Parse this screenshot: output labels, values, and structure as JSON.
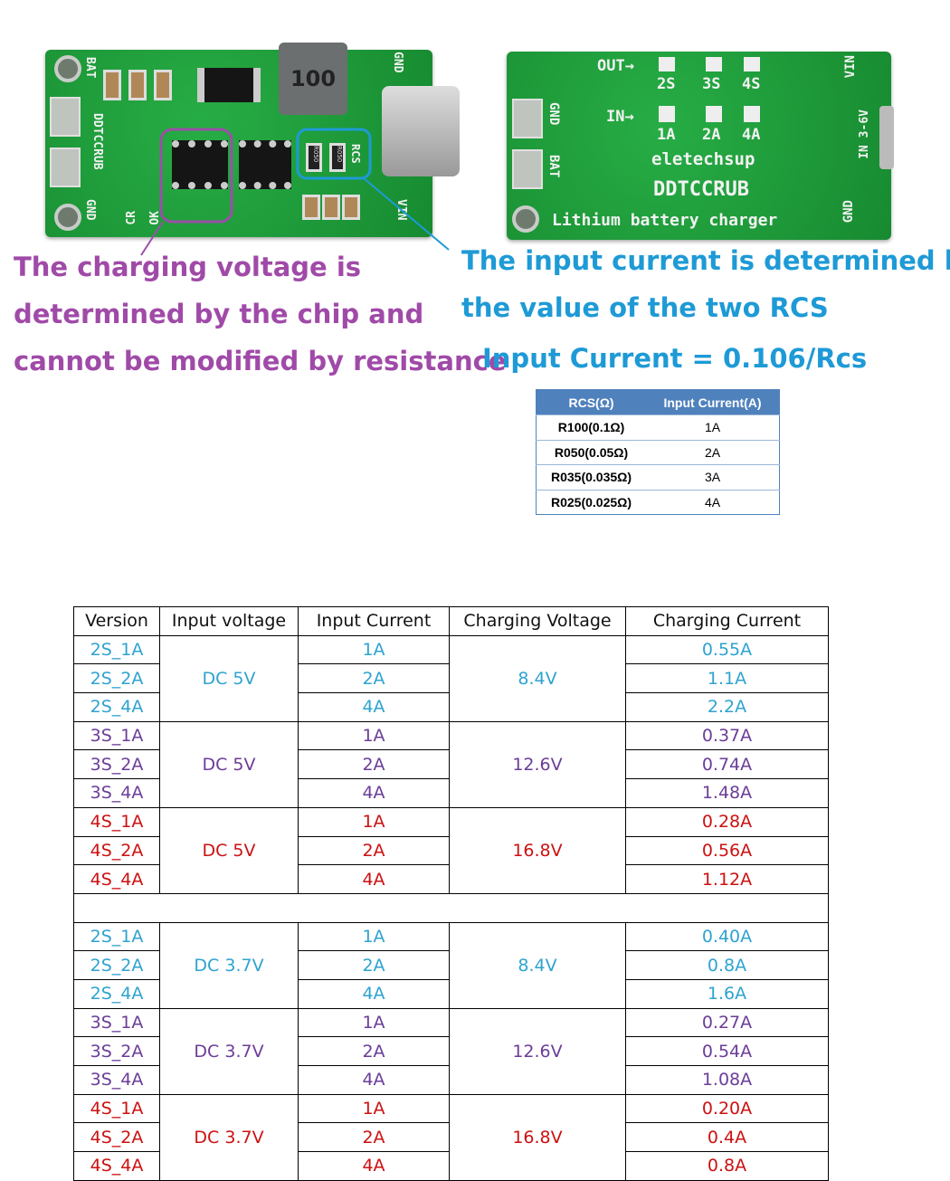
{
  "left_board": {
    "labels": [
      "BAT",
      "DDTCCRUB",
      "GND",
      "CR",
      "OK",
      "RCS",
      "GND",
      "VIN"
    ],
    "inductor": "100",
    "resistors": [
      "R050",
      "R050"
    ]
  },
  "right_board": {
    "labels": {
      "out": "OUT→",
      "in": "IN→",
      "out_opts": [
        "2S",
        "3S",
        "4S"
      ],
      "in_opts": [
        "1A",
        "2A",
        "4A"
      ],
      "brand": "eletechsup",
      "model": "DDTCCRUB",
      "desc": "Lithium battery charger",
      "gnd": "GND",
      "bat": "BAT",
      "vin": "VIN",
      "in_range": "IN 3-6V",
      "gnd2": "GND"
    }
  },
  "notes": {
    "voltage": [
      "The charging voltage is",
      "determined by the chip and",
      "cannot be modified by resistance"
    ],
    "current": [
      "The input current is determined by",
      "the value of the two RCS"
    ],
    "formula": "Input Current = 0.106/Rcs",
    "voltage_color": "#a04aa8",
    "current_color": "#1e9ad6"
  },
  "rcs_table": {
    "headers": [
      "RCS(Ω)",
      "Input Current(A)"
    ],
    "rows": [
      [
        "R100(0.1Ω)",
        "1A"
      ],
      [
        "R050(0.05Ω)",
        "2A"
      ],
      [
        "R035(0.035Ω)",
        "3A"
      ],
      [
        "R025(0.025Ω)",
        "4A"
      ]
    ],
    "header_color": "#4f81bd"
  },
  "spec_table": {
    "headers": [
      "Version",
      "Input voltage",
      "Input Current",
      "Charging Voltage",
      "Charging Current"
    ],
    "colors": {
      "2S": "#2ea3d0",
      "3S": "#6b3d98",
      "4S": "#cc1111"
    },
    "sections": [
      {
        "groups": [
          {
            "series": "2S",
            "input_voltage": "DC 5V",
            "charging_voltage": "8.4V",
            "rows": [
              [
                "2S_1A",
                "1A",
                "0.55A"
              ],
              [
                "2S_2A",
                "2A",
                "1.1A"
              ],
              [
                "2S_4A",
                "4A",
                "2.2A"
              ]
            ]
          },
          {
            "series": "3S",
            "input_voltage": "DC 5V",
            "charging_voltage": "12.6V",
            "rows": [
              [
                "3S_1A",
                "1A",
                "0.37A"
              ],
              [
                "3S_2A",
                "2A",
                "0.74A"
              ],
              [
                "3S_4A",
                "4A",
                "1.48A"
              ]
            ]
          },
          {
            "series": "4S",
            "input_voltage": "DC 5V",
            "charging_voltage": "16.8V",
            "rows": [
              [
                "4S_1A",
                "1A",
                "0.28A"
              ],
              [
                "4S_2A",
                "2A",
                "0.56A"
              ],
              [
                "4S_4A",
                "4A",
                "1.12A"
              ]
            ]
          }
        ]
      },
      {
        "groups": [
          {
            "series": "2S",
            "input_voltage": "DC 3.7V",
            "charging_voltage": "8.4V",
            "rows": [
              [
                "2S_1A",
                "1A",
                "0.40A"
              ],
              [
                "2S_2A",
                "2A",
                "0.8A"
              ],
              [
                "2S_4A",
                "4A",
                "1.6A"
              ]
            ]
          },
          {
            "series": "3S",
            "input_voltage": "DC 3.7V",
            "charging_voltage": "12.6V",
            "rows": [
              [
                "3S_1A",
                "1A",
                "0.27A"
              ],
              [
                "3S_2A",
                "2A",
                "0.54A"
              ],
              [
                "3S_4A",
                "4A",
                "1.08A"
              ]
            ]
          },
          {
            "series": "4S",
            "input_voltage": "DC 3.7V",
            "charging_voltage": "16.8V",
            "rows": [
              [
                "4S_1A",
                "1A",
                "0.20A"
              ],
              [
                "4S_2A",
                "2A",
                "0.4A"
              ],
              [
                "4S_4A",
                "4A",
                "0.8A"
              ]
            ]
          }
        ]
      }
    ]
  }
}
